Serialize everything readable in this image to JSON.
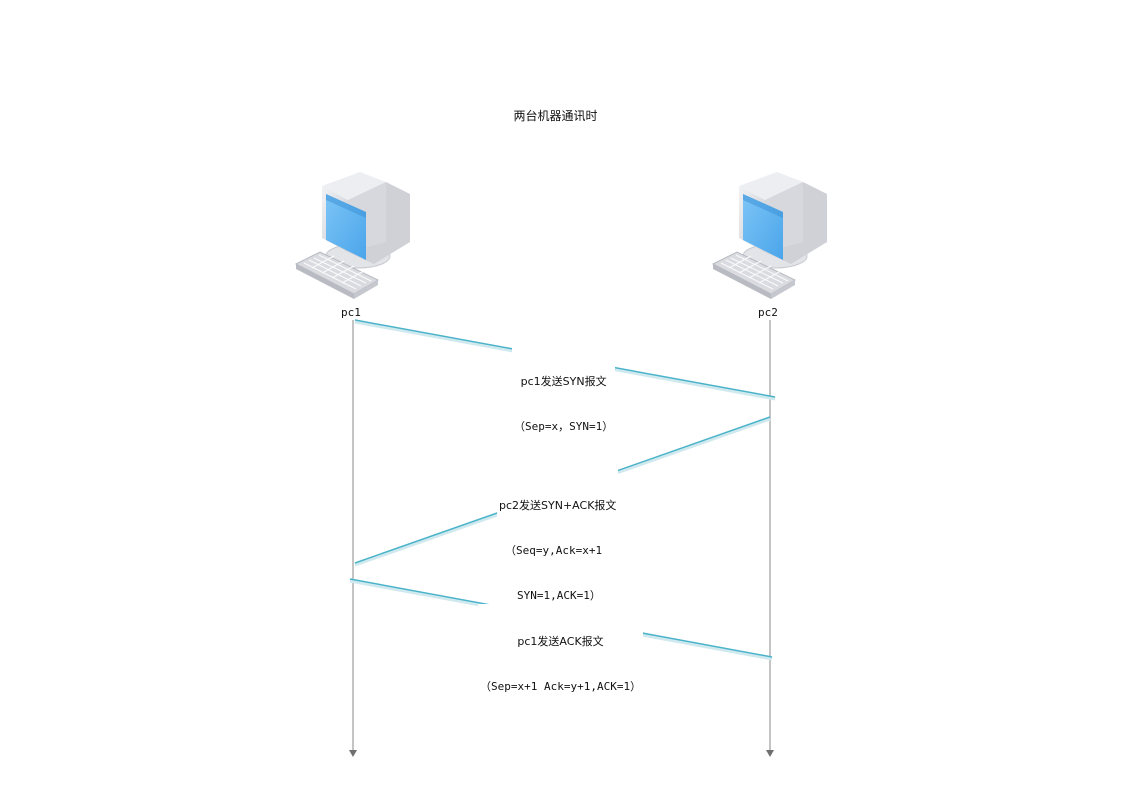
{
  "diagram": {
    "title": "两台机器通讯时",
    "nodes": [
      {
        "id": "pc1",
        "label": "pc1"
      },
      {
        "id": "pc2",
        "label": "pc2"
      }
    ],
    "messages": [
      {
        "from": "pc1",
        "to": "pc2",
        "line1": "pc1发送SYN报文",
        "line2": "（Sep=x，SYN=1）"
      },
      {
        "from": "pc2",
        "to": "pc1",
        "line1": "pc2发送SYN+ACK报文",
        "line2": "（Seq=y,Ack=x+1",
        "line3": "SYN=1,ACK=1）"
      },
      {
        "from": "pc1",
        "to": "pc2",
        "line1": "pc1发送ACK报文",
        "line2": "（Sep=x+1 Ack=y+1,ACK=1）"
      }
    ],
    "colors": {
      "message_line": "#4bb3c9",
      "lifeline": "#8a8a8a",
      "screen": "#62b6f2",
      "case": "#dcdde2"
    }
  }
}
